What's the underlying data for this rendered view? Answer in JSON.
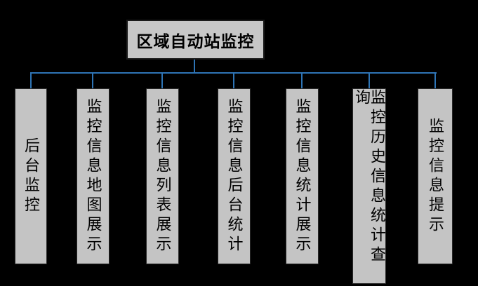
{
  "diagram": {
    "root": {
      "label": "区域自动站监控"
    },
    "children": [
      {
        "label": "后台监控"
      },
      {
        "label": "监控信息地图展示"
      },
      {
        "label": "监控信息列表展示"
      },
      {
        "label": "监控信息后台统计"
      },
      {
        "label": "监控信息统计展示"
      },
      {
        "label": "监控历史信息统计查询"
      },
      {
        "label": "监控信息提示"
      }
    ],
    "colors": {
      "background": "#000000",
      "node_fill": "#c4c4c4",
      "node_border": "#2b2b2b",
      "connector": "#2e74b5",
      "text": "#000000"
    }
  }
}
